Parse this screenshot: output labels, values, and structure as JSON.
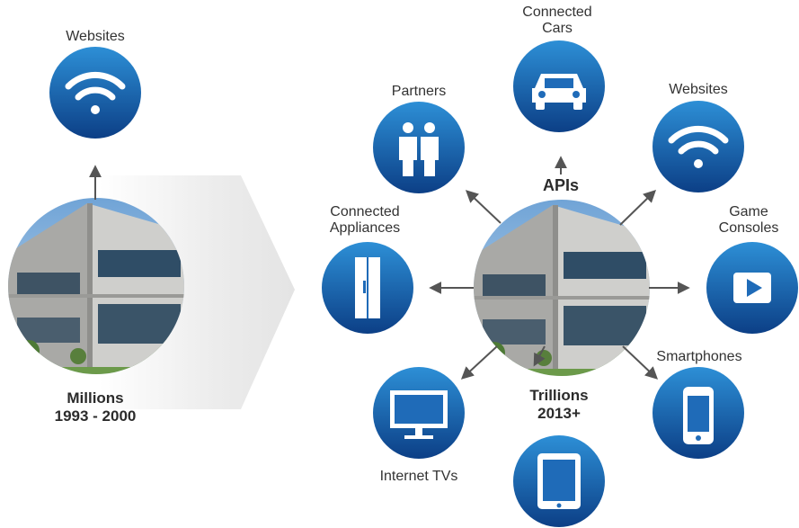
{
  "colors": {
    "icon_dark": "#0c3f86",
    "icon_light": "#2d8fd6",
    "arrow": "#555555",
    "label": "#333333",
    "chevron": "#eeeeee"
  },
  "left": {
    "top_label": "Websites",
    "top_icon": "wifi-icon",
    "caption_line1": "Millions",
    "caption_line2": "1993 - 2000"
  },
  "right": {
    "center_label": "APIs",
    "caption_line1": "Trillions",
    "caption_line2": "2013+",
    "nodes": [
      {
        "id": "connected-cars",
        "label_lines": [
          "Connected",
          "Cars"
        ],
        "icon": "car-icon"
      },
      {
        "id": "partners",
        "label_lines": [
          "Partners"
        ],
        "icon": "people-icon"
      },
      {
        "id": "websites",
        "label_lines": [
          "Websites"
        ],
        "icon": "wifi-icon"
      },
      {
        "id": "connected-appliances",
        "label_lines": [
          "Connected",
          "Appliances"
        ],
        "icon": "refrigerator-icon"
      },
      {
        "id": "game-consoles",
        "label_lines": [
          "Game",
          "Consoles"
        ],
        "icon": "play-icon"
      },
      {
        "id": "smartphones",
        "label_lines": [
          "Smartphones"
        ],
        "icon": "smartphone-icon"
      },
      {
        "id": "internet-tvs",
        "label_lines": [
          "Internet TVs"
        ],
        "icon": "tv-icon"
      },
      {
        "id": "tablets",
        "label_lines": [],
        "icon": "tablet-icon"
      }
    ]
  }
}
